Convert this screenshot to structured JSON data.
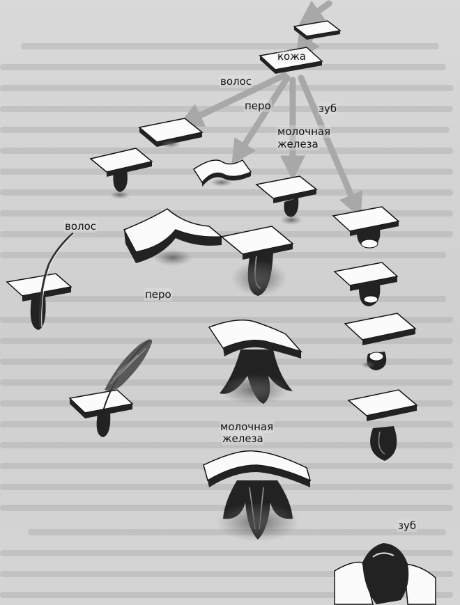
{
  "labels": {
    "skin": "кожа",
    "hair_branch": "волос",
    "feather_branch": "перо",
    "tooth_branch": "зуб",
    "gland_branch_1": "молочная",
    "gland_branch_2": "железа",
    "hair_column": "волос",
    "feather_column": "перо",
    "gland_column_1": "молочная",
    "gland_column_2": "железа",
    "tooth_column": "зуб"
  },
  "colors": {
    "background": "#d4d4d4",
    "arrow": "#a8a8a8",
    "skin_top": "#fbfbfb",
    "dermis": "#222222"
  }
}
